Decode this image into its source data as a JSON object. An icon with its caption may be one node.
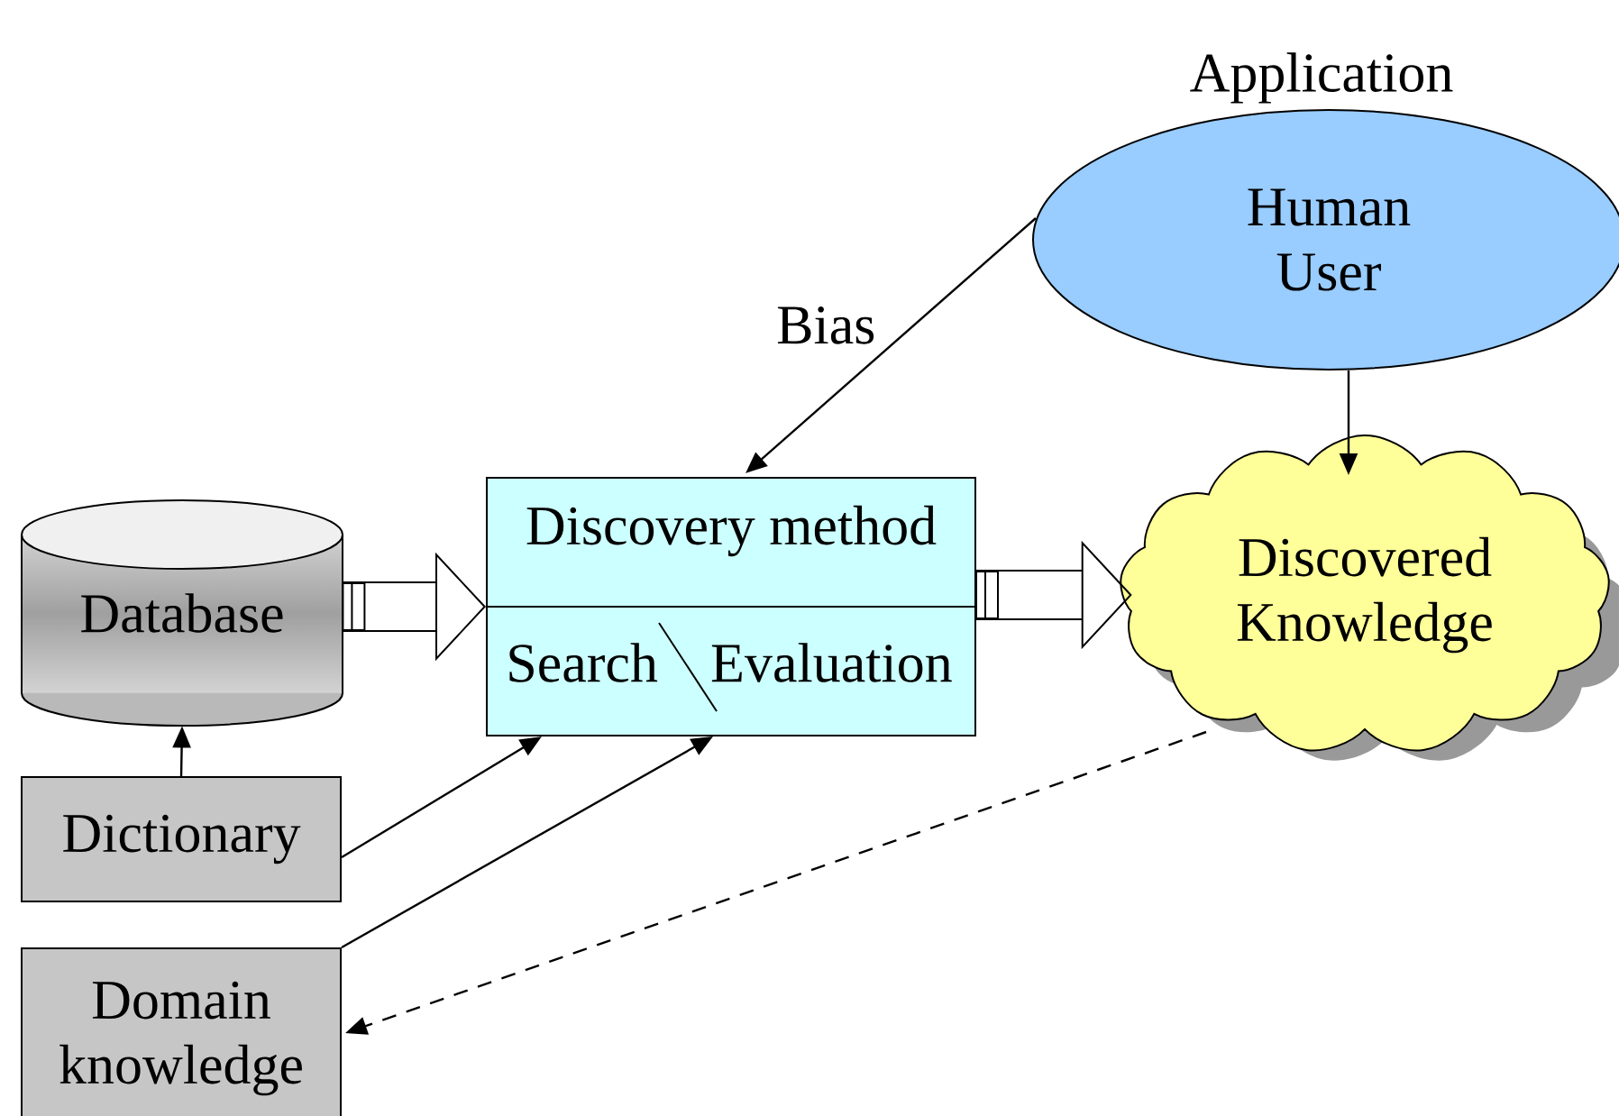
{
  "diagram": {
    "nodes": [
      {
        "text": [
          "Human User"
        ],
        "beside": [
          "Application"
        ]
      },
      {
        "text": [
          "Discovery method",
          "Search",
          "Evaluation"
        ]
      },
      {
        "text": [
          "Database"
        ]
      },
      {
        "text": [
          "Discovered Knowledge"
        ]
      },
      {
        "text": [
          "Dictionary"
        ]
      },
      {
        "text": [
          "Domain knowledge"
        ]
      }
    ],
    "edges": [
      {
        "from": 0,
        "to": 1,
        "arrow": "to",
        "label": "Bias"
      },
      {
        "from": 0,
        "to": 3,
        "arrow": "to"
      },
      {
        "from": 2,
        "to": 1,
        "arrow": "to"
      },
      {
        "from": 1,
        "to": 3,
        "arrow": "to"
      },
      {
        "from": 4,
        "to": 2,
        "arrow": "to"
      },
      {
        "from": 4,
        "to": 1,
        "arrow": "to"
      },
      {
        "from": 5,
        "to": 1,
        "arrow": "to"
      },
      {
        "from": 3,
        "to": 5,
        "arrow": "to",
        "style": "dashed"
      }
    ]
  }
}
